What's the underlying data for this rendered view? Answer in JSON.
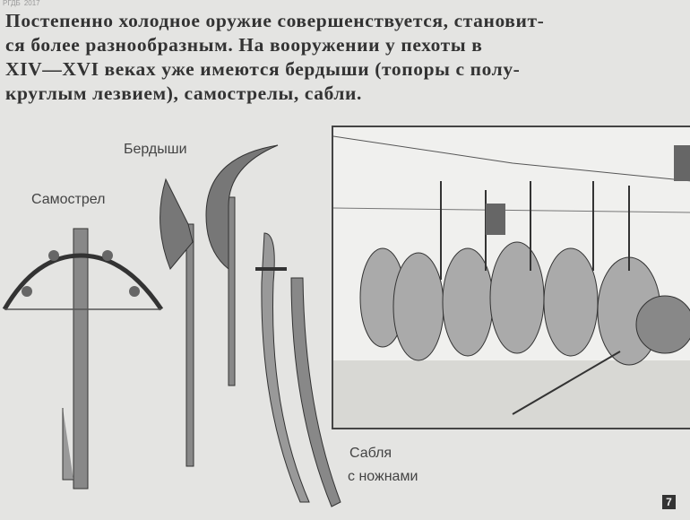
{
  "watermark": {
    "line1": "РГДБ",
    "line2": "2017"
  },
  "paragraph": [
    "Постепенно холодное оружие совершенствуется, становит-",
    "ся более разнообразным. На вооружении у пехоты в",
    "XIV—XVI веках уже имеются бердыши (топоры с полу-",
    "круглым лезвием), самострелы, сабли."
  ],
  "labels": {
    "berdyshi": "Бердыши",
    "samostrel": "Самострел",
    "sablya_1": "Сабля",
    "sablya_2": "с ножнами"
  },
  "page_number": "7"
}
